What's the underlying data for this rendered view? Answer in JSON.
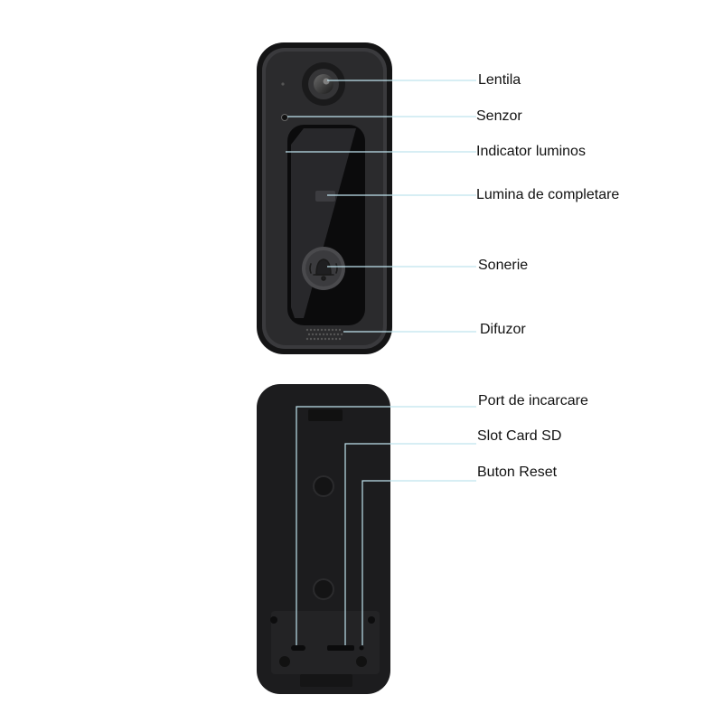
{
  "colors": {
    "leader_line": "#bfe3ee",
    "device_body": "#1d1d1f",
    "device_face": "#2a2a2c",
    "label_text": "#111111"
  },
  "front_labels": [
    {
      "id": "lens",
      "text": "Lentila"
    },
    {
      "id": "sensor",
      "text": "Senzor"
    },
    {
      "id": "indicator",
      "text": "Indicator luminos"
    },
    {
      "id": "fill-light",
      "text": "Lumina de completare"
    },
    {
      "id": "doorbell",
      "text": "Sonerie"
    },
    {
      "id": "speaker",
      "text": "Difuzor"
    }
  ],
  "back_labels": [
    {
      "id": "charging-port",
      "text": "Port de incarcare"
    },
    {
      "id": "sd-slot",
      "text": "Slot Card SD"
    },
    {
      "id": "reset-button",
      "text": "Buton Reset"
    }
  ],
  "icons": {
    "doorbell_button": "bell-icon"
  }
}
